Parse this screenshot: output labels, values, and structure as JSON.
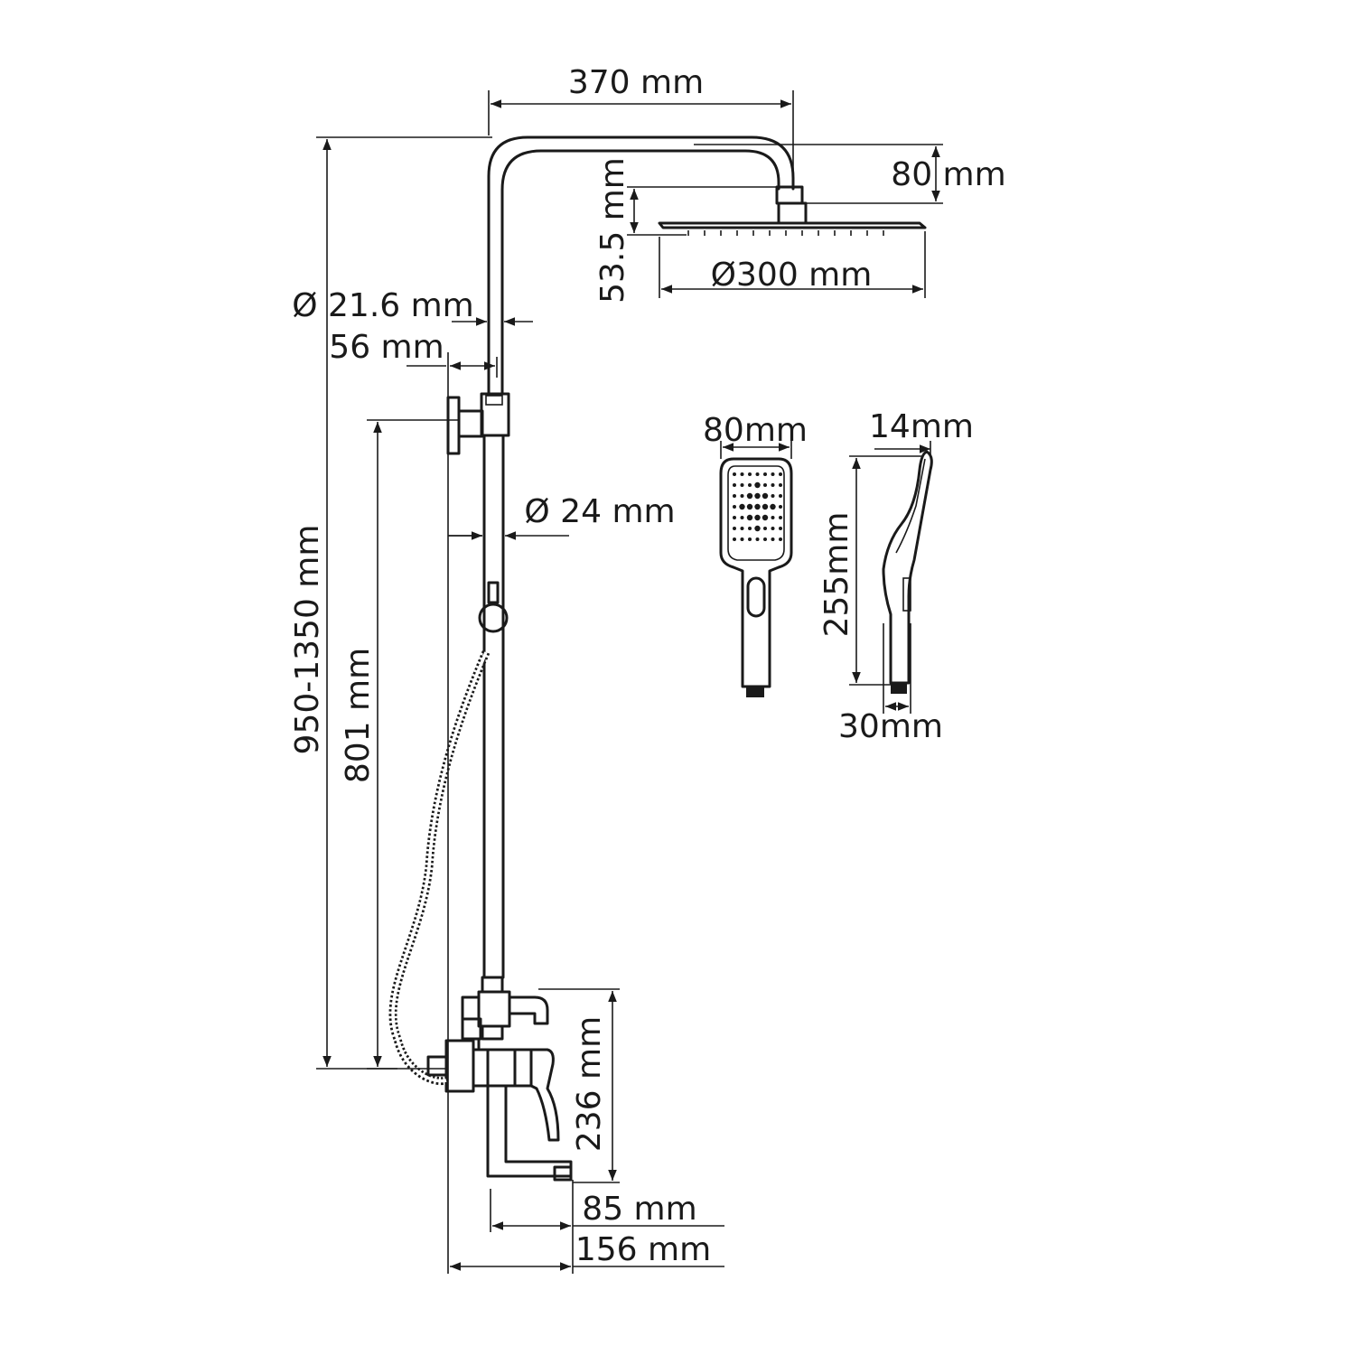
{
  "dimensions": {
    "head_arm_length": "370 mm",
    "head_drop_height": "80 mm",
    "head_thickness": "53.5 mm",
    "head_diameter": "Ø300 mm",
    "upper_pipe_diameter": "Ø 21.6 mm",
    "wall_offset": "56 mm",
    "lower_pipe_diameter": "Ø 24 mm",
    "total_height": "950-1350 mm",
    "bracket_height": "801 mm",
    "mixer_height": "236 mm",
    "spout_length": "85 mm",
    "spout_projection": "156 mm",
    "hand_shower_width": "80mm",
    "hand_shower_depth_top": "14mm",
    "hand_shower_length": "255mm",
    "hand_shower_depth_bottom": "30mm"
  },
  "colors": {
    "line": "#1a1a1a",
    "background": "#ffffff"
  }
}
